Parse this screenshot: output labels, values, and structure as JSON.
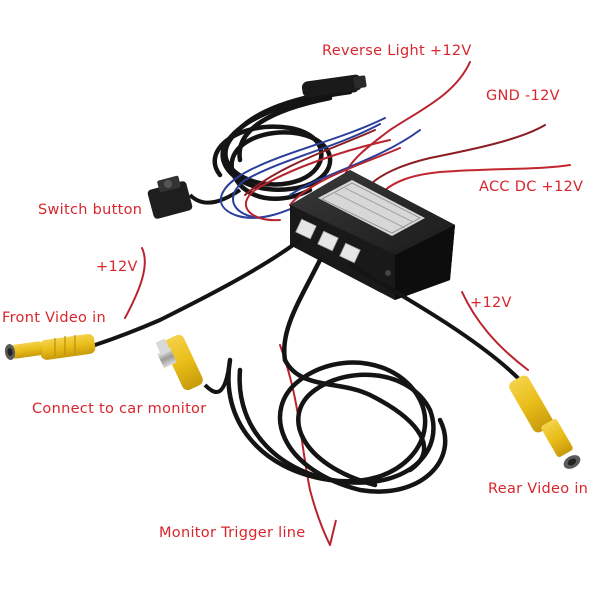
{
  "labels": {
    "reverse_light": "Reverse Light +12V",
    "gnd": "GND  -12V",
    "acc_dc": "ACC  DC  +12V",
    "switch_button": "Switch button",
    "front_12v": "+12V",
    "front_video_in": "Front Video in",
    "rear_12v": "+12V",
    "connect_monitor": "Connect to car monitor",
    "rear_video_in": "Rear Video in",
    "monitor_trigger": "Monitor Trigger line"
  },
  "colors": {
    "label_red": "#d8262c",
    "cable_black": "#141414",
    "rca_yellow": "#e9c21e",
    "wire_red": "#b8242e",
    "wire_blue": "#2a3e9c",
    "box_black": "#1c1c1c",
    "sticker_gray": "#d7d7d7"
  }
}
